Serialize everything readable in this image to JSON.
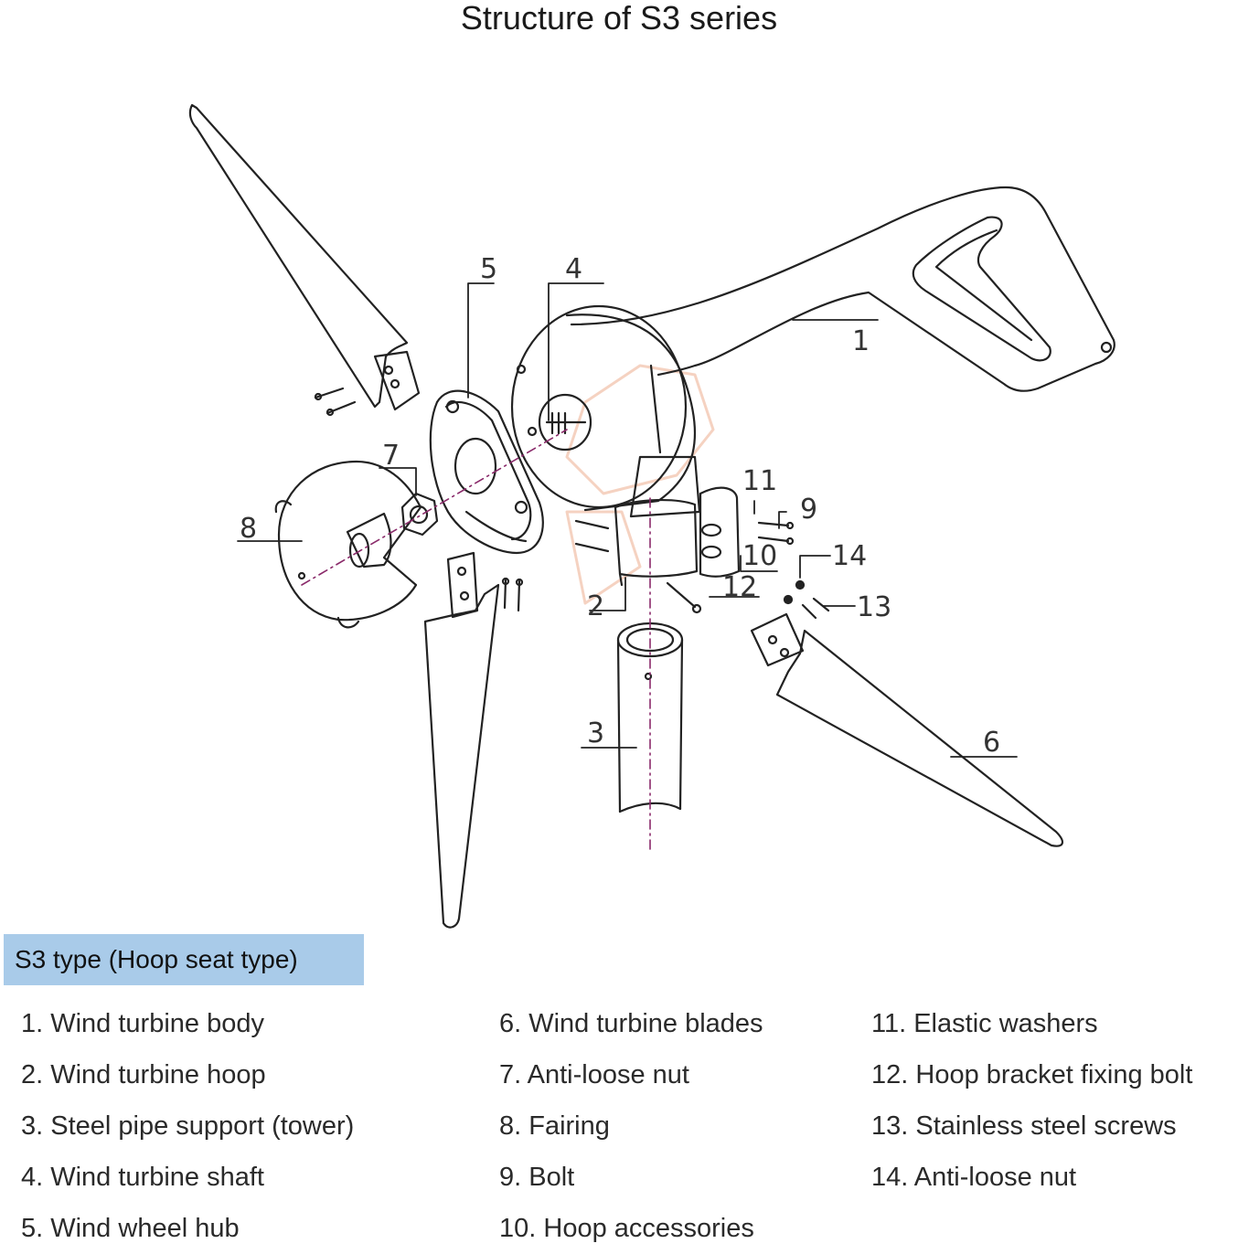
{
  "title": "Structure of S3 series",
  "callouts": [
    "1",
    "2",
    "3",
    "4",
    "5",
    "6",
    "7",
    "8",
    "9",
    "10",
    "11",
    "12",
    "13",
    "14"
  ],
  "type_label": "S3 type (Hoop seat type)",
  "parts": [
    [
      "1. Wind turbine body",
      "2. Wind turbine hoop",
      "3. Steel pipe support (tower)",
      "4. Wind turbine shaft",
      "5. Wind wheel hub"
    ],
    [
      "6. Wind turbine blades",
      "7. Anti-loose nut",
      "8. Fairing",
      "9. Bolt",
      "10. Hoop accessories"
    ],
    [
      "11. Elastic washers",
      "12. Hoop bracket fixing bolt",
      "13. Stainless steel screws",
      "14. Anti-loose nut"
    ]
  ],
  "colors": {
    "line": "#222222",
    "axis": "#8a2a6a",
    "badge_bg": "#a9cbe9",
    "watermark": "#f3c7b2"
  }
}
